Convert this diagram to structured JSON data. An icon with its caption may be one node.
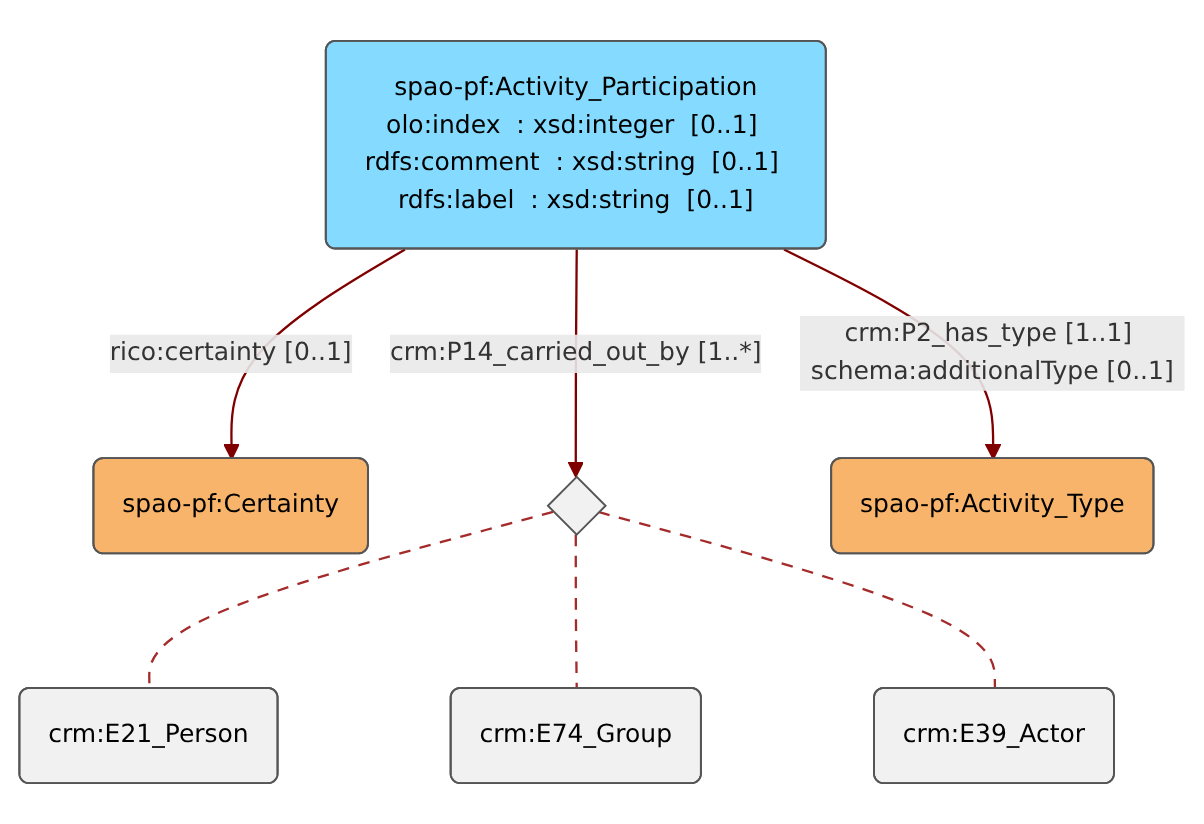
{
  "diagram": {
    "nodes": [
      {
        "text": [
          "spao-pf:Certainty"
        ]
      },
      {
        "text": [
          "spao-pf:Activity_Participation",
          "olo:index  : xsd:integer  [0..1] rdfs:comment  : xsd:string  [0..1] rdfs:label  : xsd:string  [0..1]"
        ]
      },
      {
        "text": [],
        "shape": "diamond"
      },
      {
        "text": [
          "spao-pf:Activity_Type"
        ]
      },
      {
        "text": [
          "crm:E21_Person"
        ]
      },
      {
        "text": [
          "crm:E74_Group"
        ]
      },
      {
        "text": [
          "crm:E39_Actor"
        ]
      }
    ],
    "edges": [
      {
        "from": 1,
        "to": 0,
        "arrow": "to",
        "label": "rico:certainty [0..1]"
      },
      {
        "from": 1,
        "to": 2,
        "arrow": "to",
        "label": "crm:P14_carried_out_by [1..*]"
      },
      {
        "from": 1,
        "to": 3,
        "arrow": "to",
        "label": "crm:P2_has_type [1..1] schema:additionalType [0..1]"
      },
      {
        "from": 2,
        "to": 4,
        "arrow": "none",
        "style": "dashed"
      },
      {
        "from": 2,
        "to": 5,
        "arrow": "none",
        "style": "dashed"
      },
      {
        "from": 2,
        "to": 6,
        "arrow": "none",
        "style": "dashed"
      }
    ]
  }
}
